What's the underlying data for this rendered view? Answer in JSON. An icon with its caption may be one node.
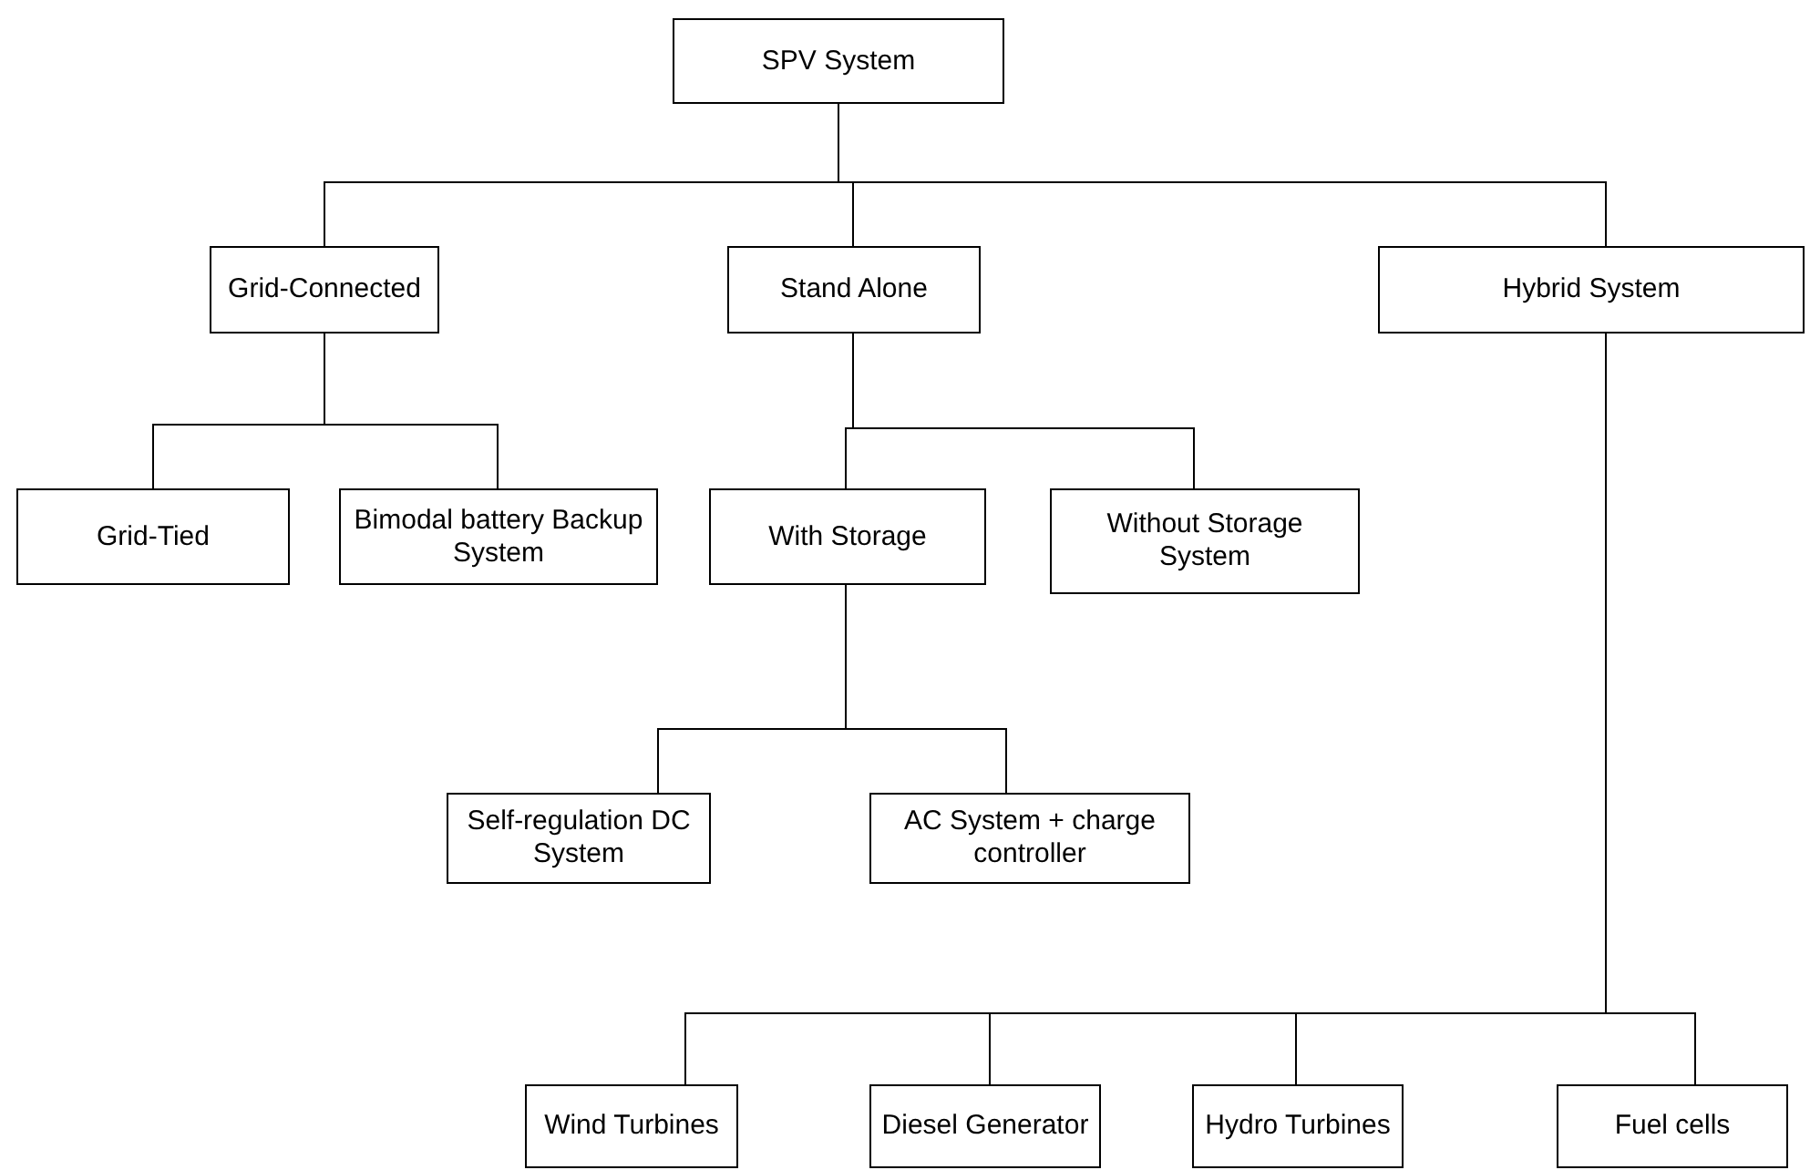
{
  "diagram": {
    "nodes": [
      {
        "text": [
          "SPV System"
        ]
      },
      {
        "text": [
          "Grid-Connected"
        ]
      },
      {
        "text": [
          "Stand Alone"
        ]
      },
      {
        "text": [
          "Hybrid System"
        ]
      },
      {
        "text": [
          "Grid-Tied"
        ]
      },
      {
        "text": [
          "Bimodal battery Backup System"
        ]
      },
      {
        "text": [
          "With Storage"
        ]
      },
      {
        "text": [
          "Without Storage System"
        ]
      },
      {
        "text": [
          "Self-regulation DC System"
        ]
      },
      {
        "text": [
          "AC System + charge controller"
        ]
      },
      {
        "text": [
          "Wind Turbines"
        ]
      },
      {
        "text": [
          "Diesel Generator"
        ]
      },
      {
        "text": [
          "Hydro Turbines"
        ]
      },
      {
        "text": [
          "Fuel cells"
        ]
      }
    ],
    "edges": [
      {
        "from": 0,
        "to": 1,
        "arrow": "none"
      },
      {
        "from": 0,
        "to": 2,
        "arrow": "none"
      },
      {
        "from": 0,
        "to": 3,
        "arrow": "none"
      },
      {
        "from": 1,
        "to": 4,
        "arrow": "none"
      },
      {
        "from": 1,
        "to": 5,
        "arrow": "none"
      },
      {
        "from": 2,
        "to": 6,
        "arrow": "none"
      },
      {
        "from": 2,
        "to": 7,
        "arrow": "none"
      },
      {
        "from": 6,
        "to": 8,
        "arrow": "none"
      },
      {
        "from": 6,
        "to": 9,
        "arrow": "none"
      },
      {
        "from": 3,
        "to": 10,
        "arrow": "none"
      },
      {
        "from": 3,
        "to": 11,
        "arrow": "none"
      },
      {
        "from": 3,
        "to": 12,
        "arrow": "none"
      },
      {
        "from": 3,
        "to": 13,
        "arrow": "none"
      }
    ]
  }
}
